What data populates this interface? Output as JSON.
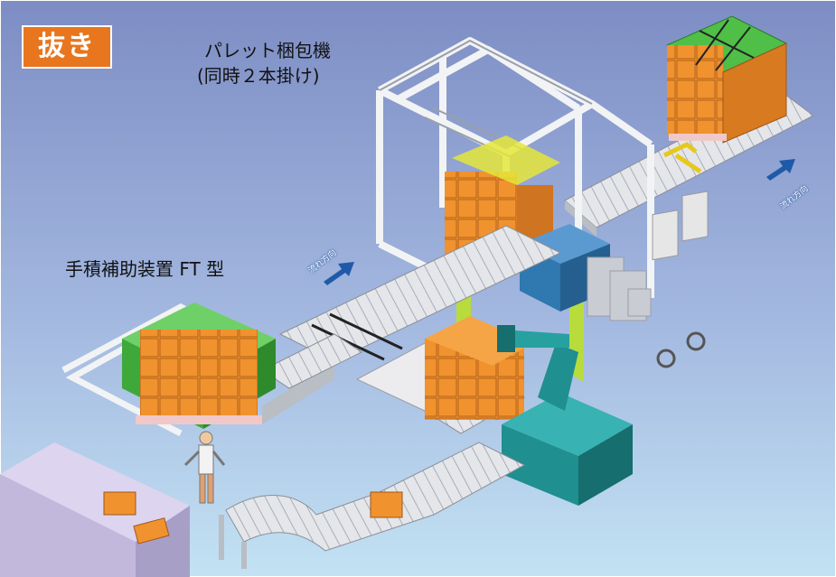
{
  "badge_text": "抜き",
  "labels": {
    "palletizer_line1": "パレット梱包機",
    "palletizer_line2": "(同時２本掛け)",
    "stacking_aid": "手積補助装置 FT 型",
    "flow_direction_1": "流れ方向",
    "flow_direction_2": "流れ方向"
  },
  "colors": {
    "background_top": "#7d8dc4",
    "background_bottom": "#bfe0f2",
    "badge": "#e8761e",
    "box_orange": "#f0922e",
    "wrap_green": "#4fbf48",
    "robot_teal": "#1f8f8f",
    "machine_blue": "#2f78b0",
    "arrow_blue": "#1f5aa8"
  },
  "icons": [
    "flow-arrow-icon",
    "flow-arrow-icon"
  ]
}
